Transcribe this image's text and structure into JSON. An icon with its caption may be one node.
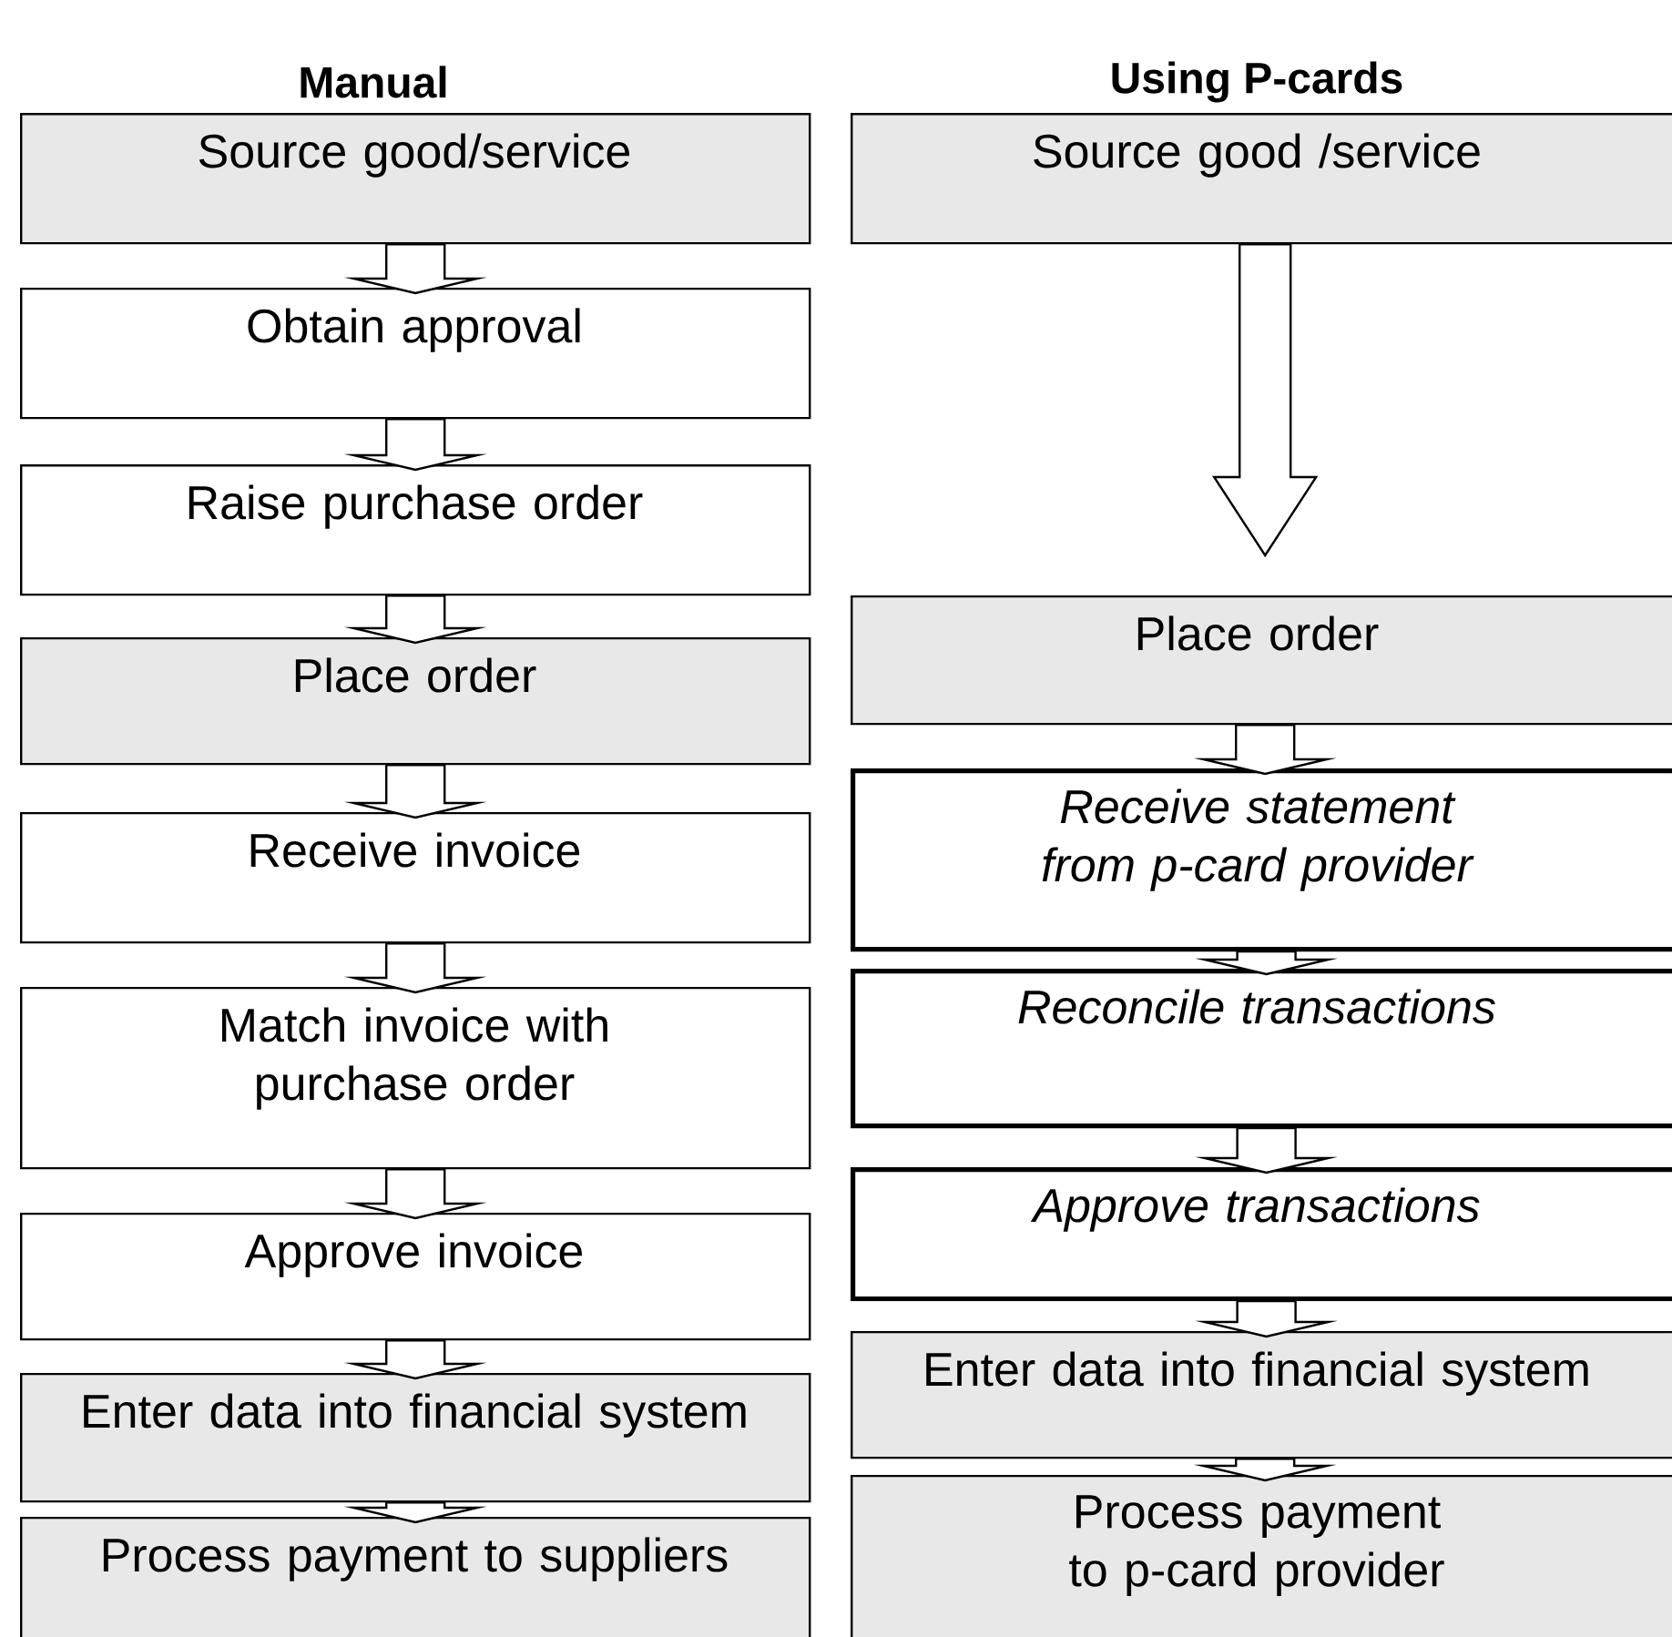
{
  "diagram": {
    "nodes": [
      {
        "text": [
          "Source good/service"
        ]
      },
      {
        "text": [
          "Obtain approval"
        ]
      },
      {
        "text": [
          "Raise purchase order"
        ]
      },
      {
        "text": [
          "Place order"
        ]
      },
      {
        "text": [
          "Receive invoice"
        ]
      },
      {
        "text": [
          "Match invoice with purchase order"
        ]
      },
      {
        "text": [
          "Approve invoice"
        ]
      },
      {
        "text": [
          "Enter data into financial system"
        ]
      },
      {
        "text": [
          "Process payment to suppliers"
        ]
      },
      {
        "text": [
          "Source good /service"
        ]
      },
      {
        "text": [
          "Place order"
        ]
      },
      {
        "text": [
          "Receive statement from p-card provider"
        ]
      },
      {
        "text": [
          "Reconcile transactions"
        ]
      },
      {
        "text": [
          "Approve transactions"
        ]
      },
      {
        "text": [
          "Enter data into financial system"
        ]
      },
      {
        "text": [
          "Process payment to p-card provider"
        ]
      }
    ],
    "edges": [
      {
        "from": 0,
        "to": 1,
        "arrow": "to"
      },
      {
        "from": 1,
        "to": 2,
        "arrow": "to"
      },
      {
        "from": 2,
        "to": 3,
        "arrow": "to"
      },
      {
        "from": 3,
        "to": 4,
        "arrow": "to"
      },
      {
        "from": 4,
        "to": 5,
        "arrow": "to"
      },
      {
        "from": 5,
        "to": 6,
        "arrow": "to"
      },
      {
        "from": 6,
        "to": 7,
        "arrow": "to"
      },
      {
        "from": 7,
        "to": 8,
        "arrow": "to"
      },
      {
        "from": 9,
        "to": 10,
        "arrow": "to"
      },
      {
        "from": 10,
        "to": 11,
        "arrow": "to"
      },
      {
        "from": 11,
        "to": 12,
        "arrow": "to"
      },
      {
        "from": 12,
        "to": 13,
        "arrow": "to"
      },
      {
        "from": 13,
        "to": 14,
        "arrow": "to"
      },
      {
        "from": 14,
        "to": 15,
        "arrow": "to"
      }
    ],
    "labels": [
      "Manual",
      "Using P-cards"
    ]
  }
}
